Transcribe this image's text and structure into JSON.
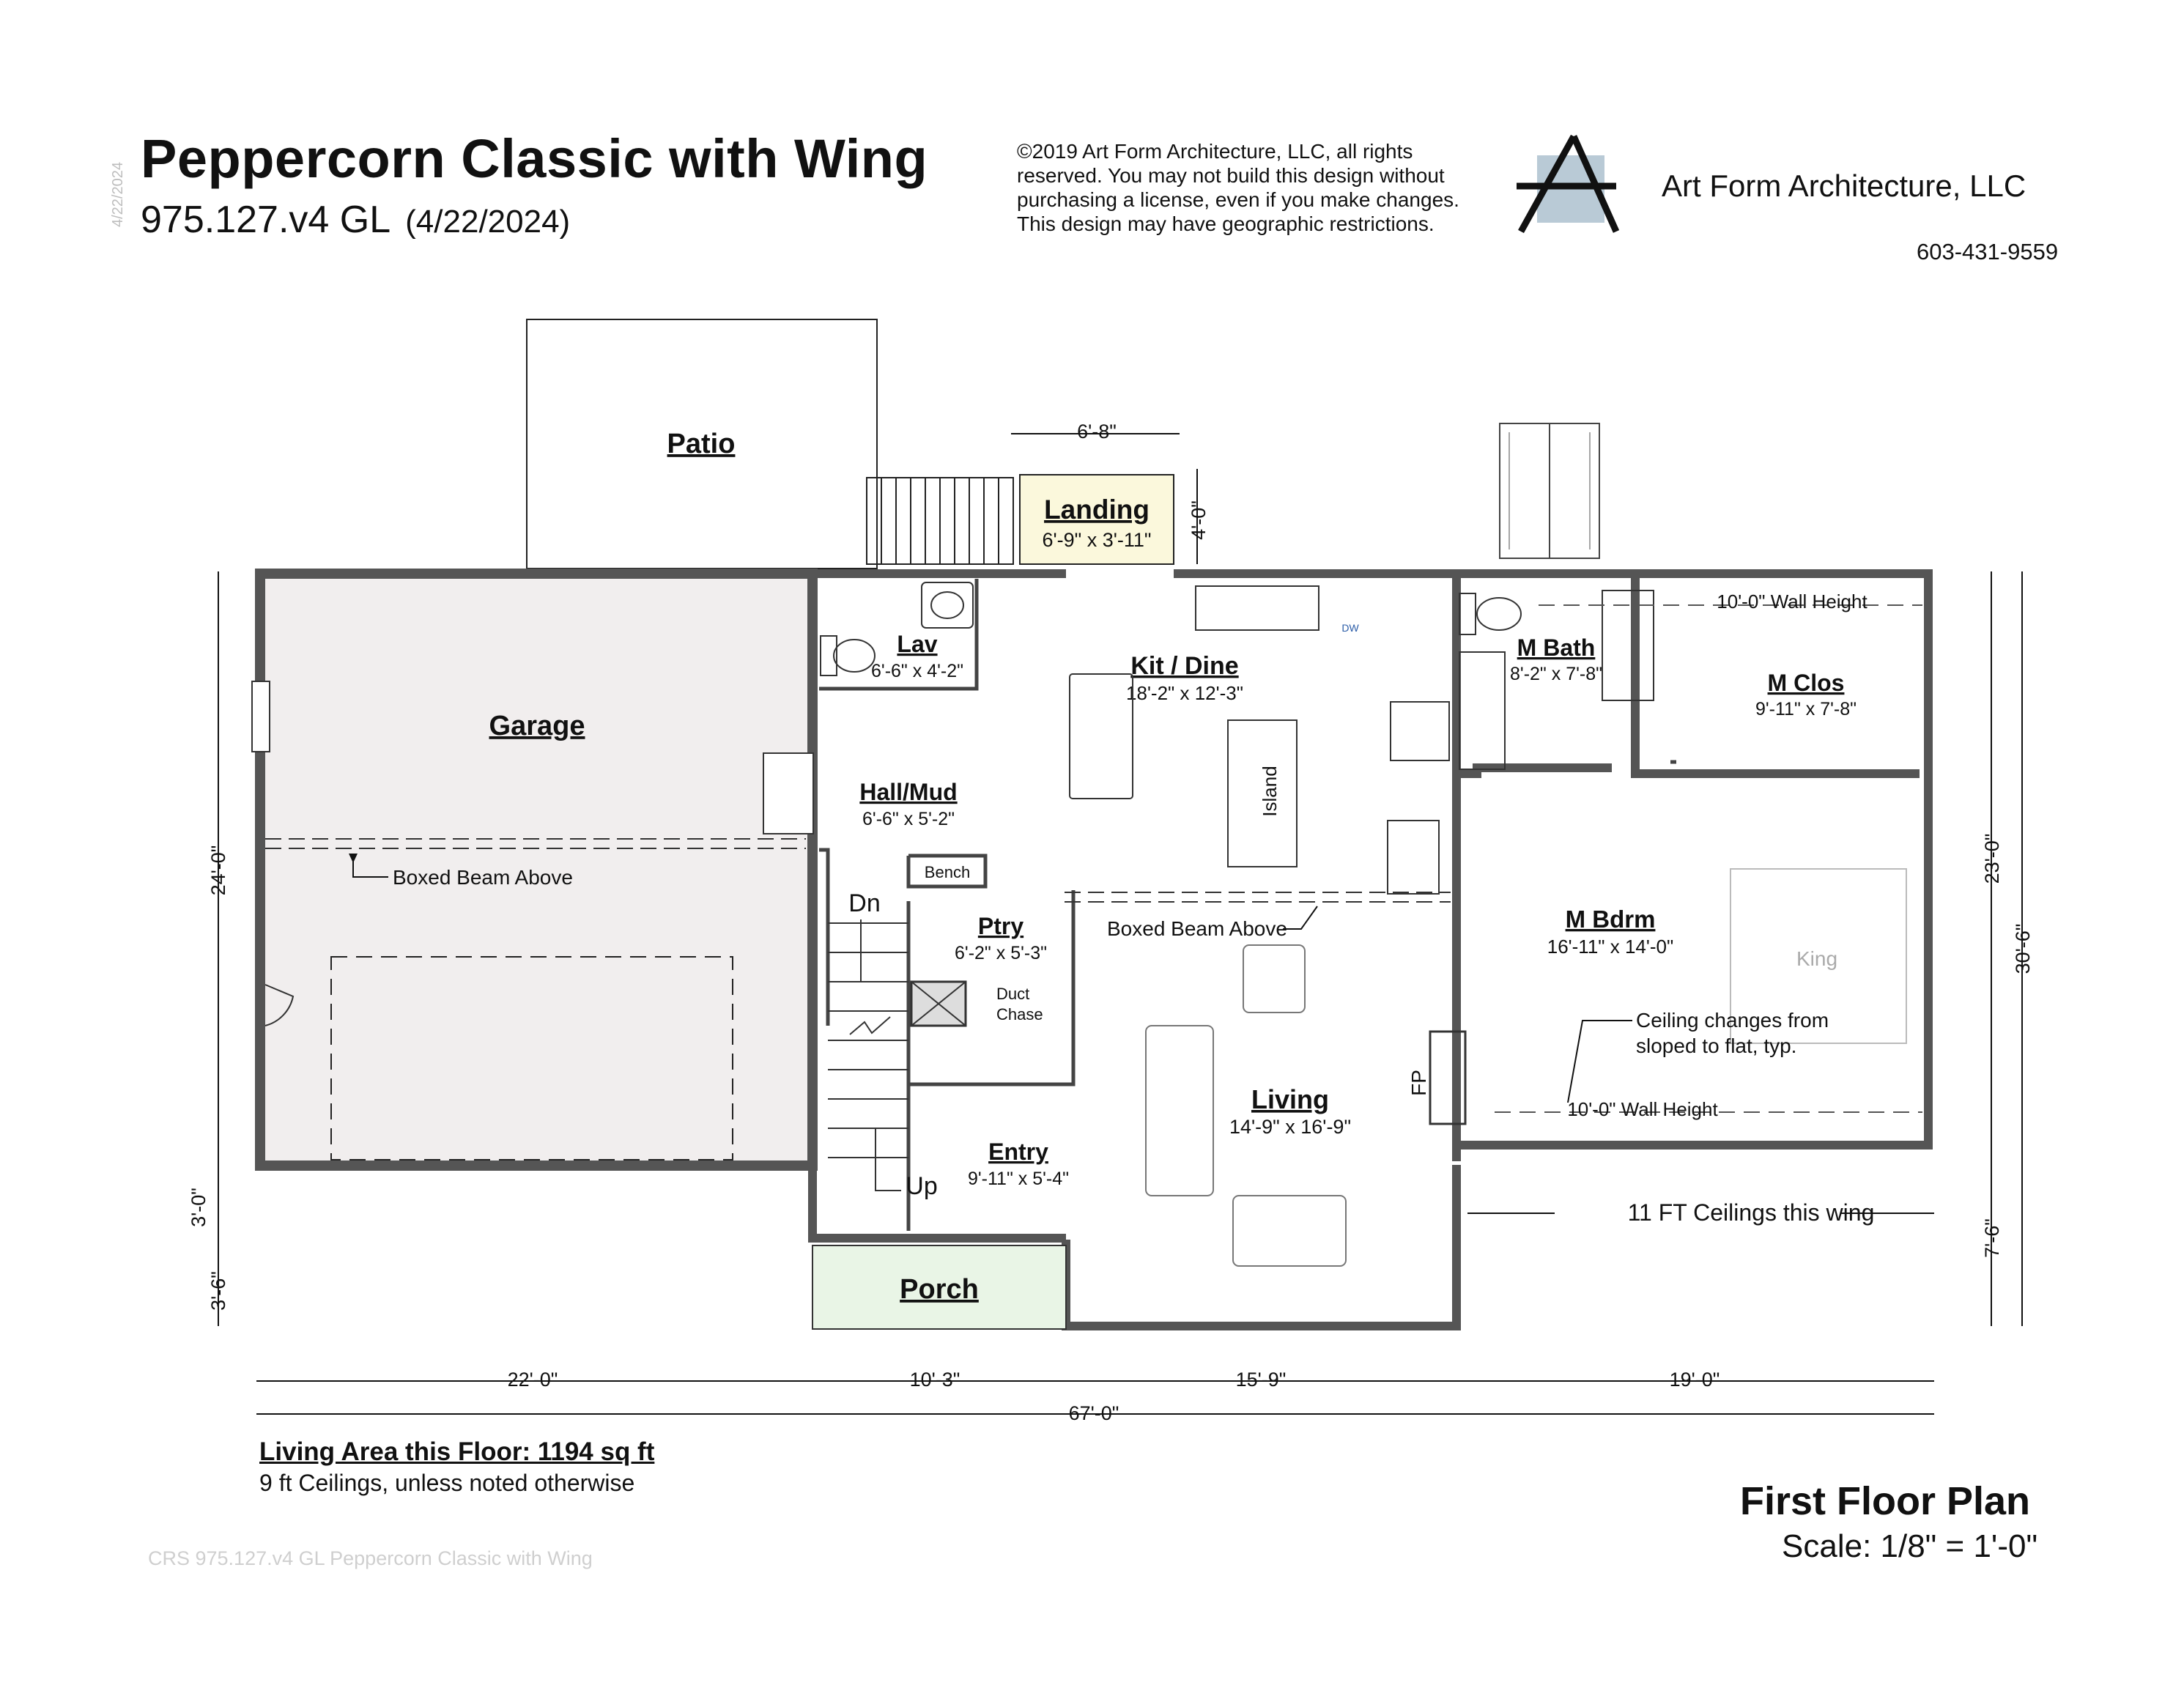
{
  "header": {
    "side_date": "4/22/2024",
    "title": "Peppercorn Classic with Wing",
    "plan_number": "975.127.v4 GL",
    "plan_date": "(4/22/2024)",
    "copyright": "©2019 Art Form Architecture, LLC, all rights\nreserved. You may not build this design without\npurchasing a license, even if you make changes.\nThis design may have geographic restrictions.",
    "firm_name": "Art Form Architecture, LLC",
    "phone": "603-431-9559",
    "logo_letter": "A"
  },
  "rooms": {
    "patio": {
      "name": "Patio"
    },
    "landing": {
      "name": "Landing",
      "size": "6'-9\" x 3'-11\""
    },
    "garage": {
      "name": "Garage"
    },
    "lav": {
      "name": "Lav",
      "size": "6'-6\" x 4'-2\""
    },
    "kit_dine": {
      "name": "Kit / Dine",
      "size": "18'-2\" x 12'-3\""
    },
    "hall_mud": {
      "name": "Hall/Mud",
      "size": "6'-6\" x 5'-2\""
    },
    "ptry": {
      "name": "Ptry",
      "size": "6'-2\" x 5'-3\""
    },
    "entry": {
      "name": "Entry",
      "size": "9'-11\" x 5'-4\""
    },
    "living": {
      "name": "Living",
      "size": "14'-9\" x 16'-9\""
    },
    "porch": {
      "name": "Porch"
    },
    "m_bath": {
      "name": "M Bath",
      "size": "8'-2\" x 7'-8\""
    },
    "m_clos": {
      "name": "M Clos",
      "size": "9'-11\" x 7'-8\""
    },
    "m_bdrm": {
      "name": "M Bdrm",
      "size": "16'-11\" x 14'-0\""
    }
  },
  "labels": {
    "bench": "Bench",
    "island": "Island",
    "duct": "Duct",
    "chase": "Chase",
    "dn": "Dn",
    "up": "Up",
    "fp": "FP",
    "dw": "DW",
    "king": "King",
    "boxed_beam_garage": "Boxed Beam Above",
    "boxed_beam_living": "Boxed Beam Above",
    "wall_height_top": "10'-0\" Wall Height",
    "wall_height_bottom": "10'-0\" Wall Height",
    "ceiling_changes_1": "Ceiling changes from",
    "ceiling_changes_2": "sloped to flat, typ.",
    "wing_ceilings": "11 FT Ceilings this wing"
  },
  "dimensions": {
    "landing_width": "6'-8\"",
    "landing_depth": "4'-0\"",
    "garage_depth": "24'-0\"",
    "left_3_0": "3'-0\"",
    "left_3_6": "3'-6\"",
    "right_23_0": "23'-0\"",
    "right_30_6": "30'-6\"",
    "right_7_6": "7'-6\"",
    "bottom_22_0": "22'-0\"",
    "bottom_10_3": "10'-3\"",
    "bottom_15_9": "15'-9\"",
    "bottom_19_0": "19'-0\"",
    "overall": "67'-0\""
  },
  "footer": {
    "living_area": "Living Area this Floor: 1194 sq ft",
    "ceiling_note": "9 ft Ceilings, unless noted otherwise",
    "plan_title": "First Floor Plan",
    "scale": "Scale: 1/8\" = 1'-0\"",
    "code": "CRS 975.127.v4 GL Peppercorn Classic with Wing"
  },
  "colors": {
    "wall": "#555555",
    "garage_fill": "#f1eeee",
    "landing_fill": "#fbf8dc",
    "porch_fill": "#e9f5e6",
    "logo_square": "#b9cad6"
  }
}
